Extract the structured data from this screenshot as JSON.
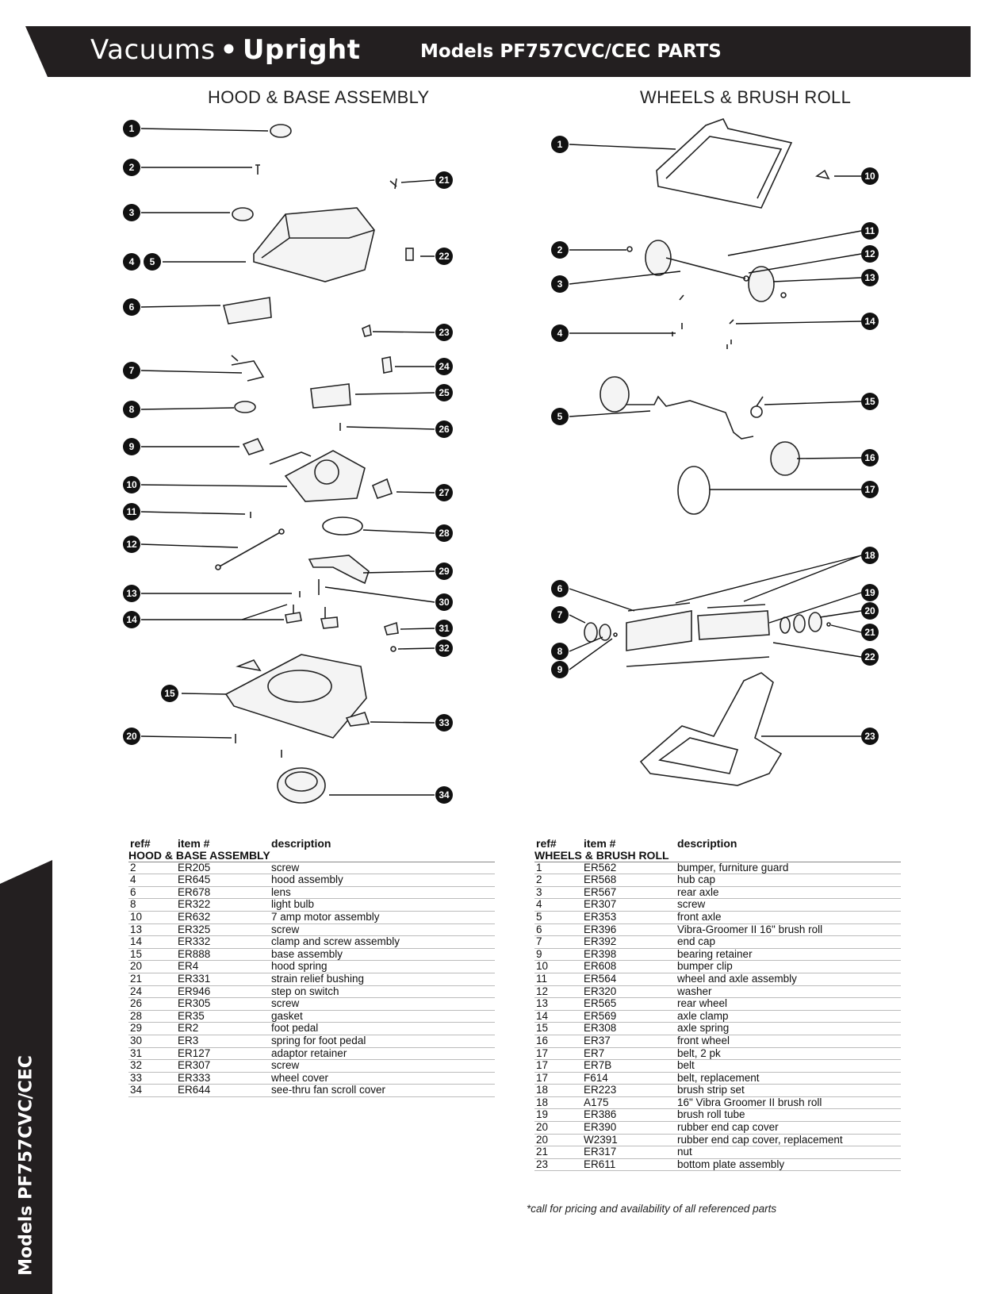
{
  "banner": {
    "category": "Vacuums",
    "bullet": "•",
    "type": "Upright",
    "models": "Models PF757CVC/CEC PARTS"
  },
  "side_tab": "Models PF757CVC/CEC",
  "left": {
    "title": "HOOD & BASE ASSEMBLY",
    "callouts": [
      "1",
      "2",
      "3",
      "4",
      "5",
      "6",
      "7",
      "8",
      "9",
      "10",
      "11",
      "12",
      "13",
      "14",
      "15",
      "20",
      "21",
      "22",
      "23",
      "24",
      "25",
      "26",
      "27",
      "28",
      "29",
      "30",
      "31",
      "32",
      "33",
      "34"
    ]
  },
  "right": {
    "title": "WHEELS & BRUSH ROLL",
    "callouts": [
      "1",
      "2",
      "3",
      "4",
      "5",
      "6",
      "7",
      "8",
      "9",
      "10",
      "11",
      "12",
      "13",
      "14",
      "15",
      "16",
      "17",
      "18",
      "19",
      "20",
      "21",
      "22",
      "23"
    ]
  },
  "headers": {
    "ref": "ref#",
    "item": "item #",
    "desc": "description"
  },
  "hood_table": {
    "group": "HOOD & BASE ASSEMBLY",
    "rows": [
      [
        "2",
        "ER205",
        "screw"
      ],
      [
        "4",
        "ER645",
        "hood assembly"
      ],
      [
        "6",
        "ER678",
        "lens"
      ],
      [
        "8",
        "ER322",
        "light bulb"
      ],
      [
        "10",
        "ER632",
        "7 amp motor assembly"
      ],
      [
        "13",
        "ER325",
        "screw"
      ],
      [
        "14",
        "ER332",
        "clamp and screw assembly"
      ],
      [
        "15",
        "ER888",
        "base assembly"
      ],
      [
        "20",
        "ER4",
        "hood spring"
      ],
      [
        "21",
        "ER331",
        "strain relief bushing"
      ],
      [
        "24",
        "ER946",
        "step on switch"
      ],
      [
        "26",
        "ER305",
        "screw"
      ],
      [
        "28",
        "ER35",
        "gasket"
      ],
      [
        "29",
        "ER2",
        "foot pedal"
      ],
      [
        "30",
        "ER3",
        "spring for foot pedal"
      ],
      [
        "31",
        "ER127",
        "adaptor retainer"
      ],
      [
        "32",
        "ER307",
        "screw"
      ],
      [
        "33",
        "ER333",
        "wheel cover"
      ],
      [
        "34",
        "ER644",
        "see-thru fan scroll cover"
      ]
    ]
  },
  "wheels_table": {
    "group": "WHEELS & BRUSH ROLL",
    "rows": [
      [
        "1",
        "ER562",
        "bumper, furniture guard"
      ],
      [
        "2",
        "ER568",
        "hub cap"
      ],
      [
        "3",
        "ER567",
        "rear axle"
      ],
      [
        "4",
        "ER307",
        "screw"
      ],
      [
        "5",
        "ER353",
        "front axle"
      ],
      [
        "6",
        "ER396",
        "Vibra-Groomer II 16\" brush roll"
      ],
      [
        "7",
        "ER392",
        "end cap"
      ],
      [
        "9",
        "ER398",
        "bearing retainer"
      ],
      [
        "10",
        "ER608",
        "bumper clip"
      ],
      [
        "11",
        "ER564",
        "wheel and axle assembly"
      ],
      [
        "12",
        "ER320",
        "washer"
      ],
      [
        "13",
        "ER565",
        "rear wheel"
      ],
      [
        "14",
        "ER569",
        "axle clamp"
      ],
      [
        "15",
        "ER308",
        "axle spring"
      ],
      [
        "16",
        "ER37",
        "front wheel"
      ],
      [
        "17",
        "ER7",
        "belt, 2 pk"
      ],
      [
        "17",
        "ER7B",
        "belt"
      ],
      [
        "17",
        "F614",
        "belt, replacement"
      ],
      [
        "18",
        "ER223",
        "brush strip set"
      ],
      [
        "18",
        "A175",
        "16\" Vibra Groomer II brush roll"
      ],
      [
        "19",
        "ER386",
        "brush roll tube"
      ],
      [
        "20",
        "ER390",
        "rubber end cap cover"
      ],
      [
        "20",
        "W2391",
        "rubber end cap cover, replacement"
      ],
      [
        "21",
        "ER317",
        "nut"
      ],
      [
        "23",
        "ER611",
        "bottom plate assembly"
      ]
    ]
  },
  "footnote": "*call for pricing and availability of all referenced parts"
}
